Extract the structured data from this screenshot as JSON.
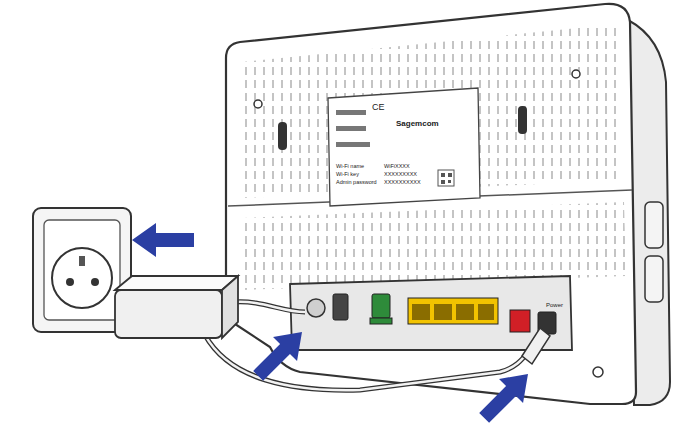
{
  "diagram": {
    "labels": [
      "Sagemcom",
      "CE",
      "Wi-Fi name",
      "Wi-Fi key",
      "Admin password",
      "WiFiXXXX",
      "XXXXXXXXX",
      "XXXXXXXXXX",
      "Power"
    ]
  }
}
